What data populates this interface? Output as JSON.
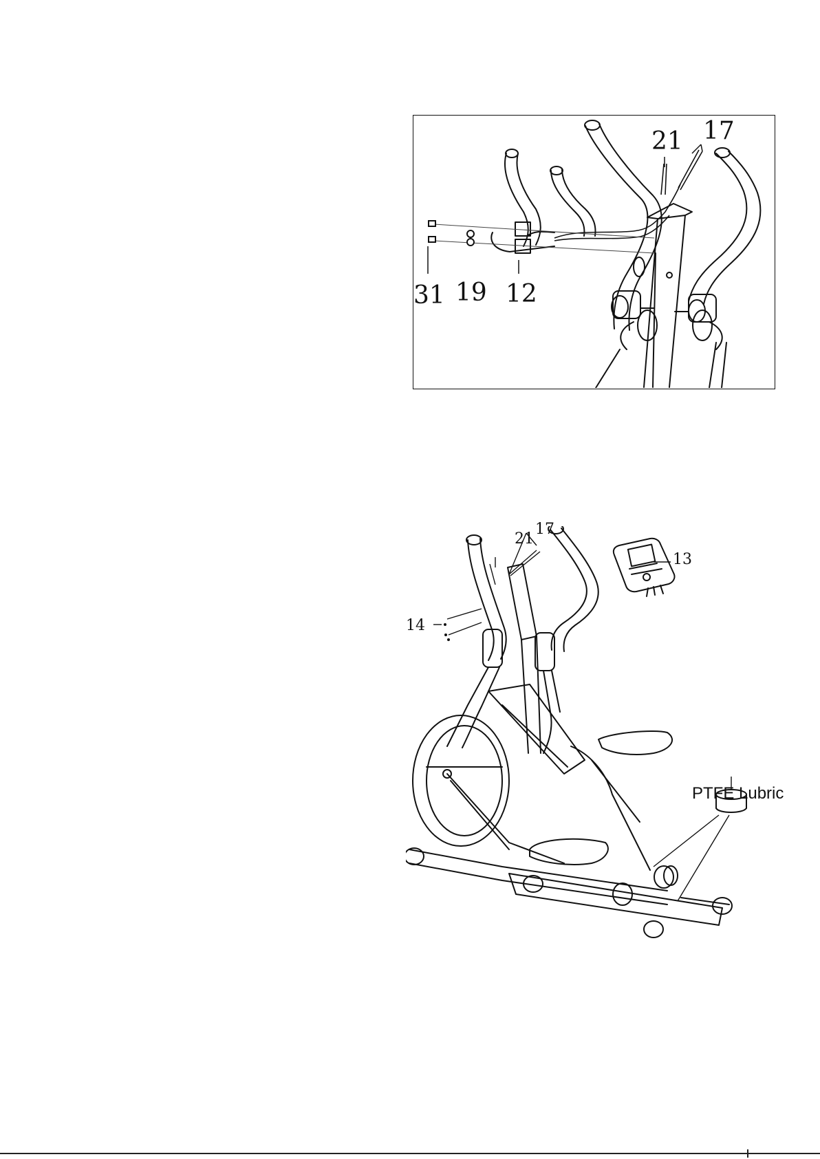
{
  "figure_top": {
    "labels": {
      "p21": "21",
      "p17": "17",
      "p31": "31",
      "p19": "19",
      "p12": "12"
    }
  },
  "figure_bottom": {
    "labels": {
      "p21": "21",
      "p17": "17",
      "p13": "13",
      "p14": "14",
      "lubricant": "PTFE Lubric"
    }
  },
  "colors": {
    "ink": "#111111",
    "background": "#ffffff"
  }
}
